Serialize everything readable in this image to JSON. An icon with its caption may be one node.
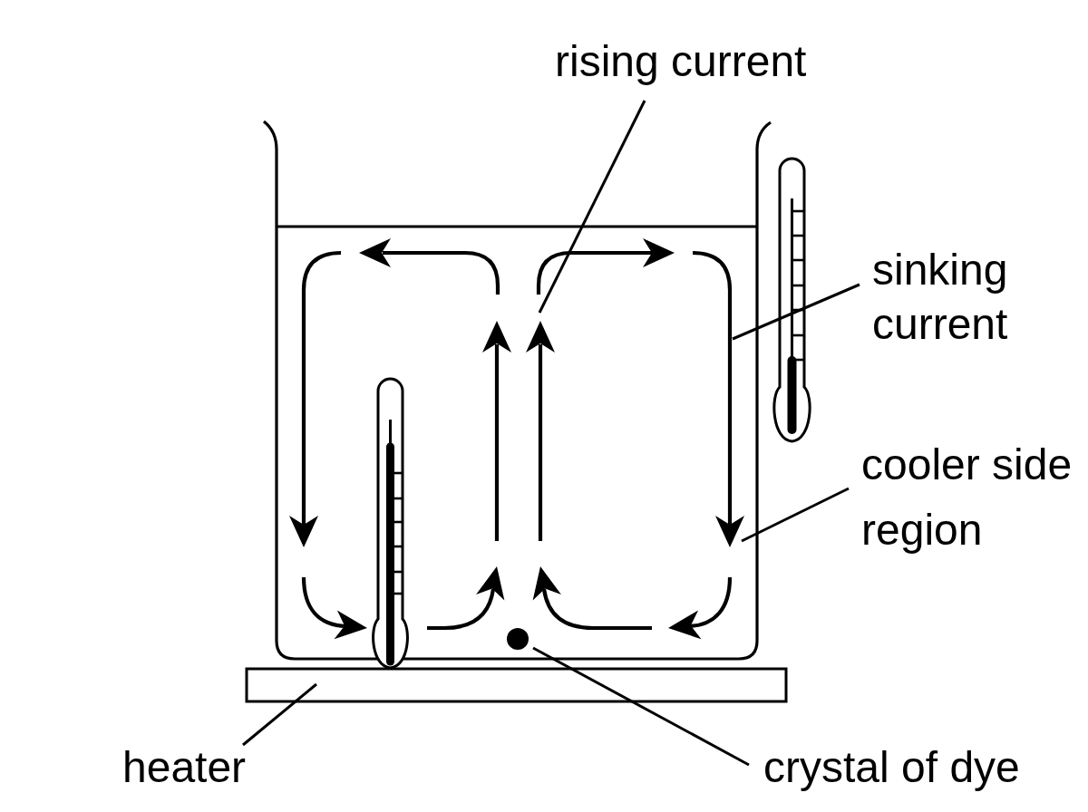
{
  "diagram": {
    "nodes": [
      {
        "text": [
          "rising current"
        ]
      },
      {
        "text": [
          "sinking current"
        ]
      },
      {
        "text": [
          "cooler side region"
        ]
      },
      {
        "text": [],
        "shape": "circle"
      },
      {
        "text": [],
        "shape": "bar"
      },
      {
        "text": [
          "heater"
        ]
      },
      {
        "text": [
          "crystal of dye"
        ]
      }
    ],
    "edges": [
      {
        "from": 0,
        "to": null,
        "arrow": "none"
      },
      {
        "from": 1,
        "to": null,
        "arrow": "none"
      },
      {
        "from": 2,
        "to": null,
        "arrow": "none"
      },
      {
        "from": 5,
        "to": 4,
        "arrow": "none"
      },
      {
        "from": 6,
        "to": 3,
        "arrow": "none"
      }
    ]
  }
}
